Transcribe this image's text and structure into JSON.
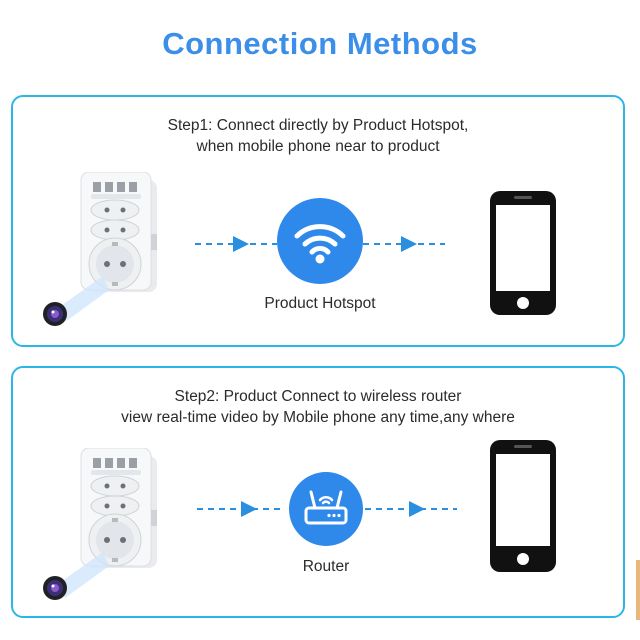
{
  "title": "Connection Methods",
  "step1": {
    "line1": "Step1: Connect directly by Product Hotspot,",
    "line2": "when mobile phone near to product",
    "hub_label": "Product Hotspot",
    "hub_icon": "wifi-icon"
  },
  "step2": {
    "line1": "Step2: Product Connect to wireless router",
    "line2": "view real-time video by Mobile phone any time,any where",
    "hub_label": "Router",
    "hub_icon": "router-icon"
  },
  "colors": {
    "title": "#3b8fe8",
    "panel_border": "#2bb7e6",
    "accent": "#2e89ea",
    "arrow": "#2a8fe0"
  }
}
